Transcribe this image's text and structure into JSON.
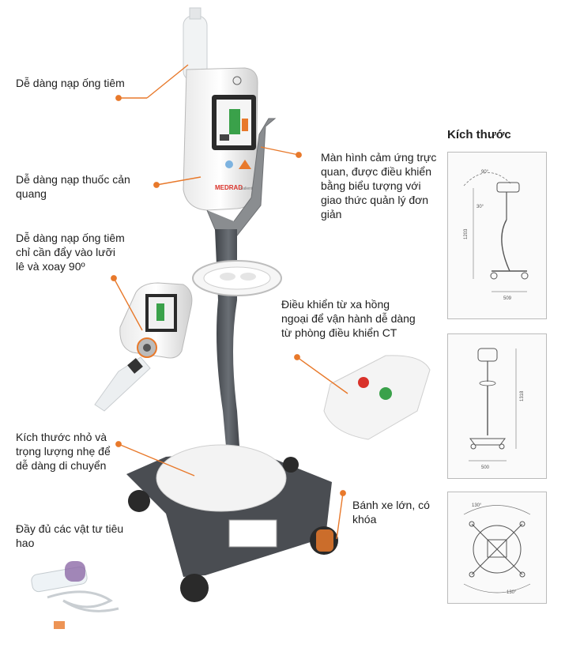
{
  "labels": {
    "syringe_load": "Dễ dàng nạp ống tiêm",
    "contrast_load": "Dễ dàng nạp thuốc cản quang",
    "syringe_push": "Dễ dàng nạp ống tiêm chỉ cần đẩy vào lưỡi lê và xoay 90º",
    "touchscreen": "Màn hình cảm ứng trực quan, được điều khiển bằng biểu tượng với giao thức quản lý đơn giản",
    "remote": "Điều khiển từ xa hồng ngoại để vận hành dễ dàng từ phòng điều khiển CT",
    "compact": "Kích thước nhỏ và trọng lượng nhẹ để dễ dàng di chuyển",
    "wheels": "Bánh xe lớn, có khóa",
    "consumables": "Đầy đủ các vật tư tiêu hao"
  },
  "dimensions": {
    "title": "Kích thước",
    "panel1": {
      "angle": "90°",
      "angle2": "30°",
      "height": "1203",
      "width": "509"
    },
    "panel2": {
      "height": "1318",
      "width": "500"
    },
    "panel3": {
      "angle_top": "130°",
      "angle_bottom": "130°"
    }
  },
  "device": {
    "brand": "MEDRAD",
    "model": "Salient"
  },
  "colors": {
    "accent": "#e8792b",
    "green": "#3aa14a",
    "red": "#d9322a",
    "pole": "#555a60"
  }
}
